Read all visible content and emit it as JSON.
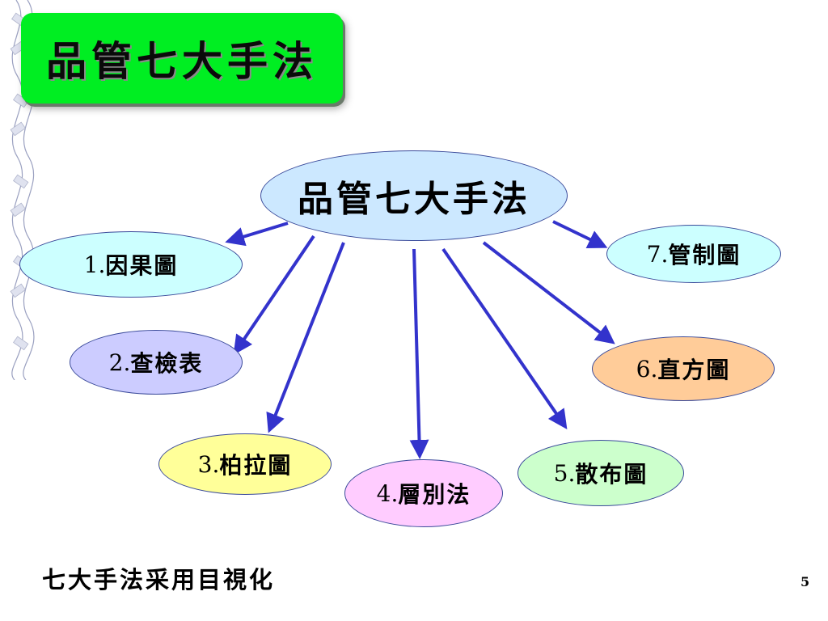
{
  "slide": {
    "title": "品管七大手法",
    "footer": "七大手法采用目視化",
    "page_number": "5"
  },
  "diagram": {
    "center": "品管七大手法",
    "nodes": [
      {
        "num": "1.",
        "label": "因果圖",
        "color": "#ccffff"
      },
      {
        "num": "2.",
        "label": "查檢表",
        "color": "#ccccff"
      },
      {
        "num": "3.",
        "label": "柏拉圖",
        "color": "#ffff99"
      },
      {
        "num": "4.",
        "label": "層別法",
        "color": "#ffccff"
      },
      {
        "num": "5.",
        "label": "散布圖",
        "color": "#ccffcc"
      },
      {
        "num": "6.",
        "label": "直方圖",
        "color": "#ffcc99"
      },
      {
        "num": "7.",
        "label": "管制圖",
        "color": "#ccffff"
      }
    ],
    "center_color": "#cce8ff",
    "arrow_color": "#3333cc"
  },
  "colors": {
    "title_box": "#00ee22"
  },
  "icons": [
    "film-ribbon-decoration"
  ]
}
